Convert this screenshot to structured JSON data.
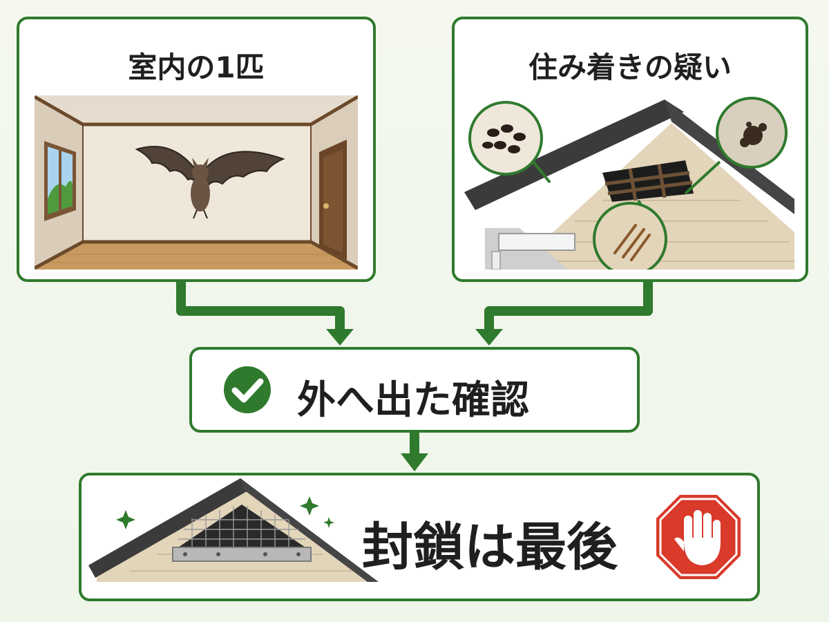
{
  "panels": {
    "indoor": {
      "title": "室内の1匹"
    },
    "nesting": {
      "title": "住み着きの疑い"
    }
  },
  "check_step": {
    "title": "外へ出た確認",
    "icon": "check-circle-icon"
  },
  "final_step": {
    "title": "封鎖は最後",
    "icon": "stop-hand-icon"
  },
  "colors": {
    "accent": "#2f7a2d",
    "stop_red": "#d93a2a"
  }
}
